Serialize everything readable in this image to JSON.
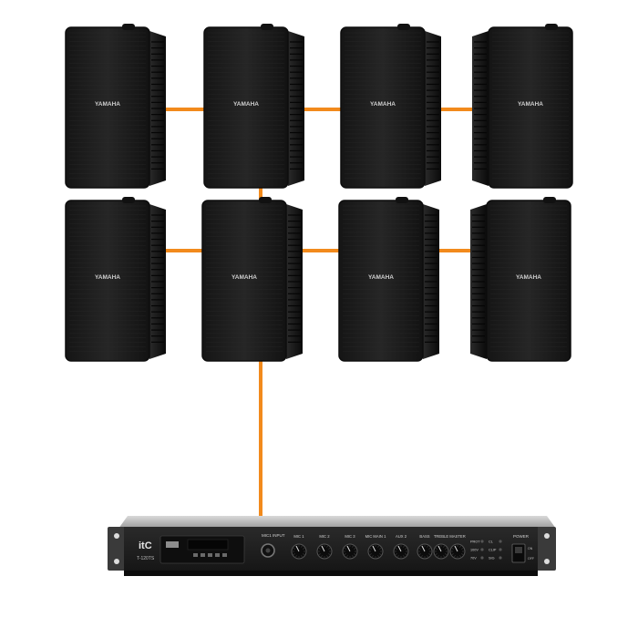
{
  "colors": {
    "background": "#ffffff",
    "cable": "#f28a1c",
    "speaker_body": "#1c1c1c",
    "speaker_edge": "#0d0d0d",
    "amp_face": "#1f1f1f",
    "amp_label": "#cfcfcf"
  },
  "speakers": [
    {
      "brand": "YAMAHA"
    },
    {
      "brand": "YAMAHA"
    },
    {
      "brand": "YAMAHA"
    },
    {
      "brand": "YAMAHA"
    },
    {
      "brand": "YAMAHA"
    },
    {
      "brand": "YAMAHA"
    },
    {
      "brand": "YAMAHA"
    },
    {
      "brand": "YAMAHA"
    }
  ],
  "amplifier": {
    "brand": "itC",
    "model": "T-120TS",
    "input_label": "MIC1 INPUT",
    "channels": [
      "MIC 1",
      "MIC 2",
      "MIC 3",
      "MIC MAIN 1",
      "AUX 2"
    ],
    "tone_controls": [
      "BASS",
      "TREBLE",
      "MASTER"
    ],
    "indicators": [
      "PROT",
      "CL",
      "100V",
      "CLIP",
      "70V",
      "SIG"
    ],
    "power_label": "POWER",
    "switch_labels": [
      "ON",
      "OFF"
    ]
  }
}
